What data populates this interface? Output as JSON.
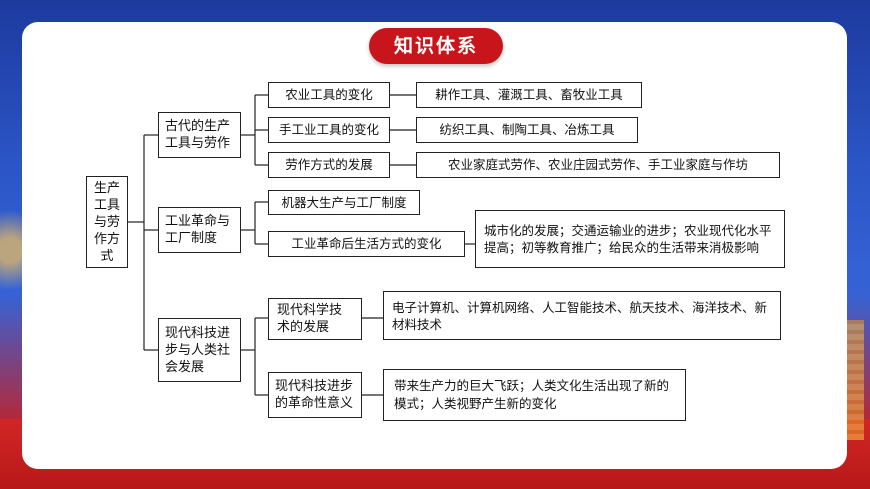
{
  "title": "知识体系",
  "root": {
    "label": "生产工具与劳作方式"
  },
  "branches": [
    {
      "label": "古代的生产工具与劳作",
      "children": [
        {
          "label": "农业工具的变化",
          "detail": "耕作工具、灌溉工具、畜牧业工具"
        },
        {
          "label": "手工业工具的变化",
          "detail": "纺织工具、制陶工具、冶炼工具"
        },
        {
          "label": "劳作方式的发展",
          "detail": "农业家庭式劳作、农业庄园式劳作、手工业家庭与作坊"
        }
      ]
    },
    {
      "label": "工业革命与工厂制度",
      "children": [
        {
          "label": "机器大生产与工厂制度"
        },
        {
          "label": "工业革命后生活方式的变化",
          "detail": "城市化的发展；交通运输业的进步；农业现代化水平提高；初等教育推广；给民众的生活带来消极影响"
        }
      ]
    },
    {
      "label": "现代科技进步与人类社会发展",
      "children": [
        {
          "label": "现代科学技术的发展",
          "detail": "电子计算机、计算机网络、人工智能技术、航天技术、海洋技术、新材料技术"
        },
        {
          "label": "现代科技进步的革命性意义",
          "detail": "带来生产力的巨大飞跃；人类文化生活出现了新的模式；人类视野产生新的变化"
        }
      ]
    }
  ]
}
